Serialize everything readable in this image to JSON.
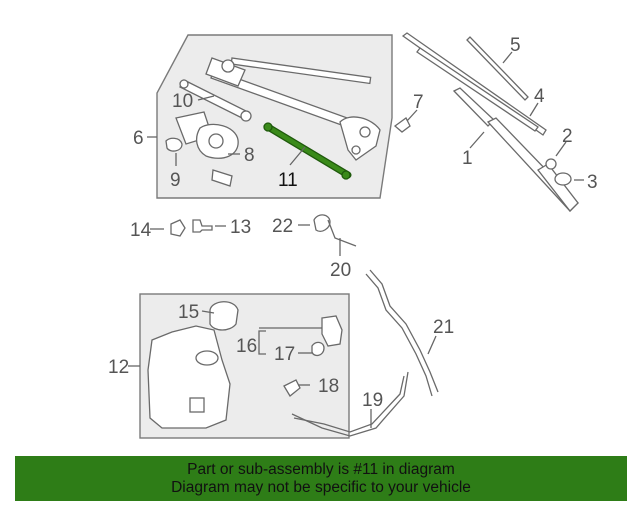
{
  "diagram": {
    "callouts": [
      "1",
      "2",
      "3",
      "4",
      "5",
      "6",
      "7",
      "8",
      "9",
      "10",
      "11",
      "12",
      "13",
      "14",
      "15",
      "16",
      "17",
      "18",
      "19",
      "20",
      "21",
      "22"
    ],
    "highlighted_part": "11",
    "highlight_color": "#3a8a1a",
    "panel_fill": "#ececec",
    "panel_stroke": "#7a7a7a"
  },
  "banner": {
    "line1": "Part or sub-assembly is #11 in diagram",
    "line2": "Diagram may not be specific to your vehicle",
    "background": "#2e7d17"
  }
}
